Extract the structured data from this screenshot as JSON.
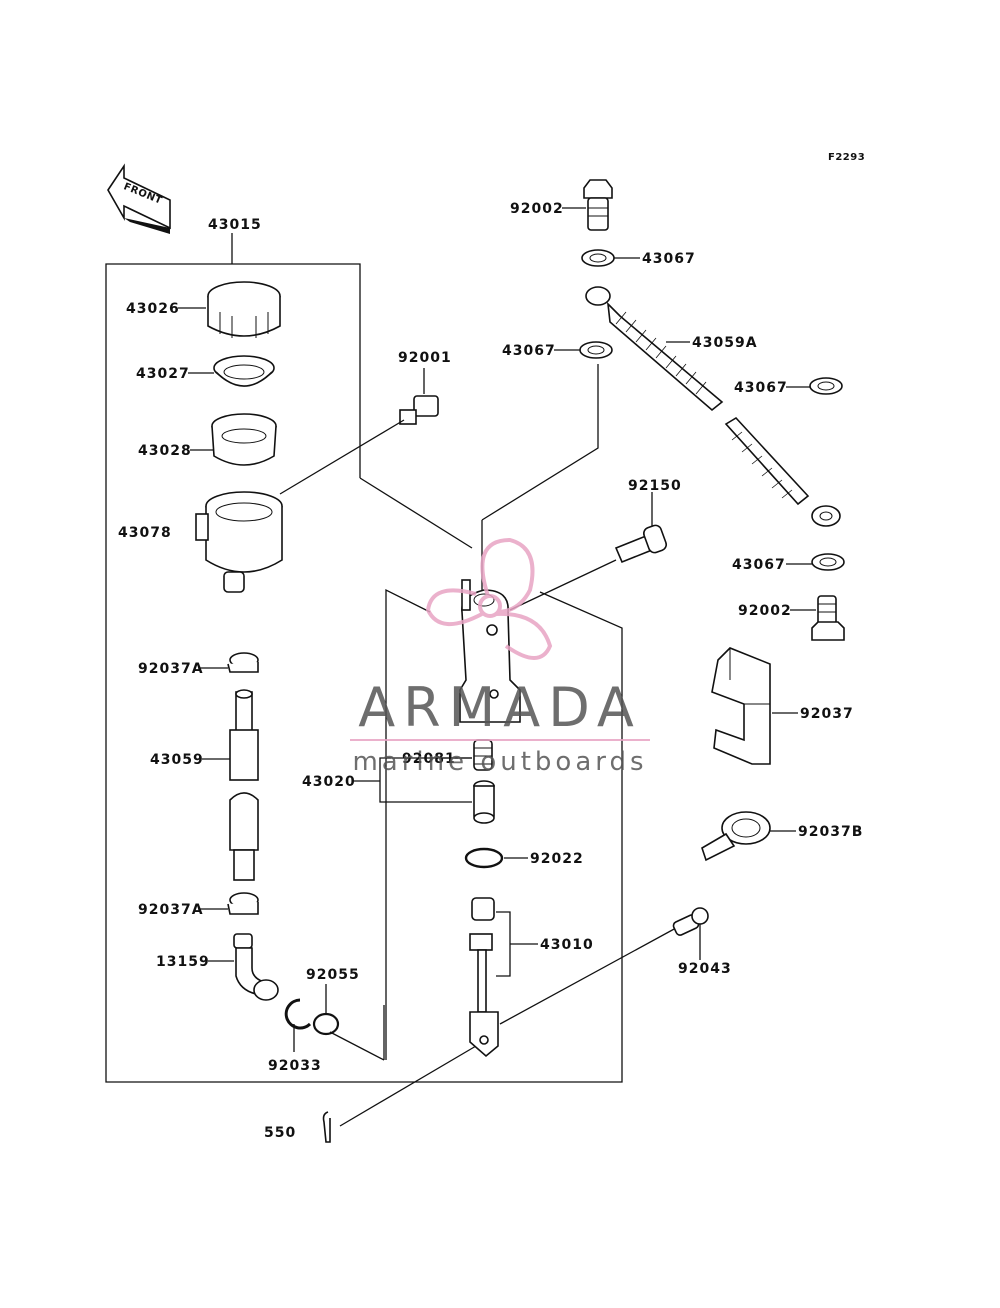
{
  "figure_code": "F2293",
  "front_label": "FRONT",
  "watermark": {
    "brand": "ARMADA",
    "tagline": "marine outboards",
    "accent_color": "#e8a4c4"
  },
  "parts": {
    "p43015": "43015",
    "p43026": "43026",
    "p43027": "43027",
    "p43028": "43028",
    "p43078": "43078",
    "p92037A_top": "92037A",
    "p43059": "43059",
    "p92037A_bottom": "92037A",
    "p13159": "13159",
    "p92055": "92055",
    "p92033": "92033",
    "p550": "550",
    "p92001": "92001",
    "p92002_top": "92002",
    "p43067_a": "43067",
    "p43067_b": "43067",
    "p43059A": "43059A",
    "p43067_c": "43067",
    "p92150": "92150",
    "p43067_d": "43067",
    "p92002_bottom": "92002",
    "p92037": "92037",
    "p92037B": "92037B",
    "p92081": "92081",
    "p43020": "43020",
    "p92022": "92022",
    "p43010": "43010",
    "p92043": "92043"
  }
}
